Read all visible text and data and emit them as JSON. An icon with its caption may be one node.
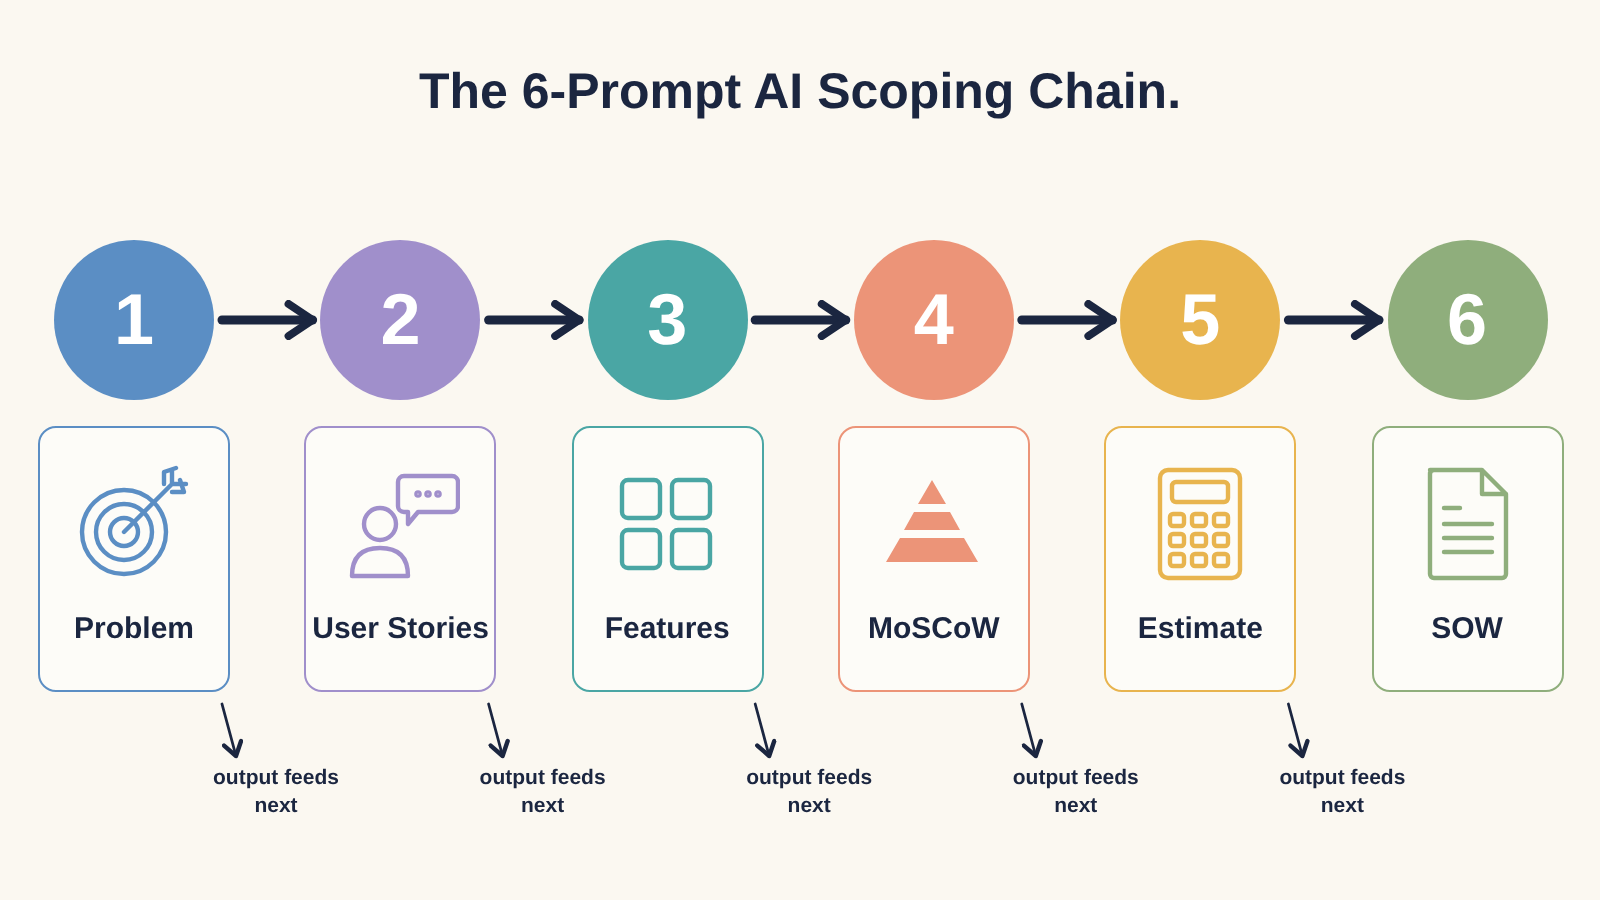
{
  "diagram": {
    "title": "The 6-Prompt AI Scoping Chain.",
    "nodes": [
      {
        "text": [
          "1"
        ]
      },
      {
        "text": [
          "2"
        ]
      },
      {
        "text": [
          "3"
        ]
      },
      {
        "text": [
          "4"
        ]
      },
      {
        "text": [
          "5"
        ]
      },
      {
        "text": [
          "6"
        ]
      },
      {
        "text": [
          "Problem"
        ]
      },
      {
        "text": [
          "User Stories"
        ]
      },
      {
        "text": [
          "Features"
        ]
      },
      {
        "text": [
          "MoSCoW"
        ]
      },
      {
        "text": [
          "Estimate"
        ]
      },
      {
        "text": [
          "SOW"
        ]
      },
      {
        "text": [
          "output feeds next"
        ]
      },
      {
        "text": [
          "output feeds next"
        ]
      },
      {
        "text": [
          "output feeds next"
        ]
      },
      {
        "text": [
          "output feeds next"
        ]
      },
      {
        "text": [
          "output feeds next"
        ]
      }
    ],
    "edges": [
      {
        "from": 0,
        "to": 1,
        "arrow": "to",
        "style": "thick"
      },
      {
        "from": 1,
        "to": 2,
        "arrow": "to",
        "style": "thick"
      },
      {
        "from": 2,
        "to": 3,
        "arrow": "to",
        "style": "thick"
      },
      {
        "from": 3,
        "to": 4,
        "arrow": "to",
        "style": "thick"
      },
      {
        "from": 4,
        "to": 5,
        "arrow": "to",
        "style": "thick"
      },
      {
        "from": 6,
        "to": 12,
        "arrow": "to"
      },
      {
        "from": 7,
        "to": 13,
        "arrow": "to"
      },
      {
        "from": 8,
        "to": 14,
        "arrow": "to"
      },
      {
        "from": 9,
        "to": 15,
        "arrow": "to"
      },
      {
        "from": 10,
        "to": 16,
        "arrow": "to"
      }
    ]
  }
}
